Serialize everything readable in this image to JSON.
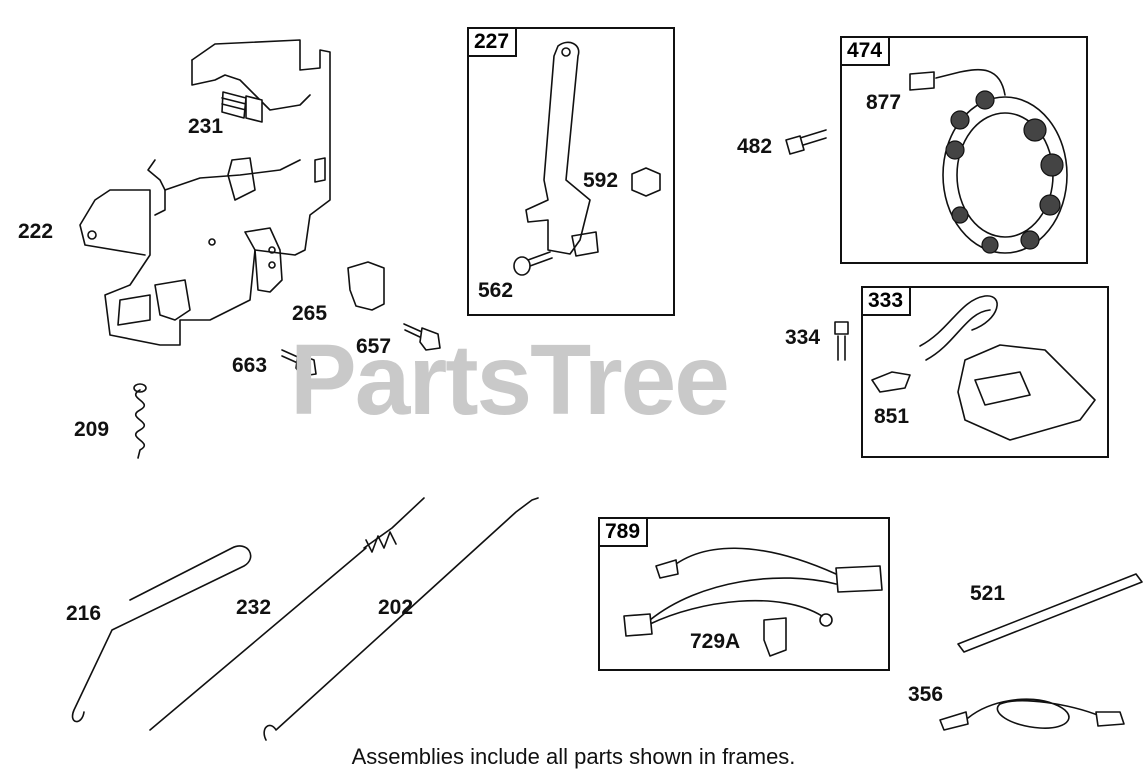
{
  "watermark": "PartsTree",
  "footer_note": "Assemblies include all parts shown in frames.",
  "frames": {
    "f227": "227",
    "f474": "474",
    "f333": "333",
    "f789": "789"
  },
  "labels": {
    "p231": "231",
    "p222": "222",
    "p265": "265",
    "p657": "657",
    "p663": "663",
    "p209": "209",
    "p592": "592",
    "p562": "562",
    "p482": "482",
    "p877": "877",
    "p334": "334",
    "p851": "851",
    "p216": "216",
    "p232": "232",
    "p202": "202",
    "p729a": "729A",
    "p521": "521",
    "p356": "356"
  }
}
